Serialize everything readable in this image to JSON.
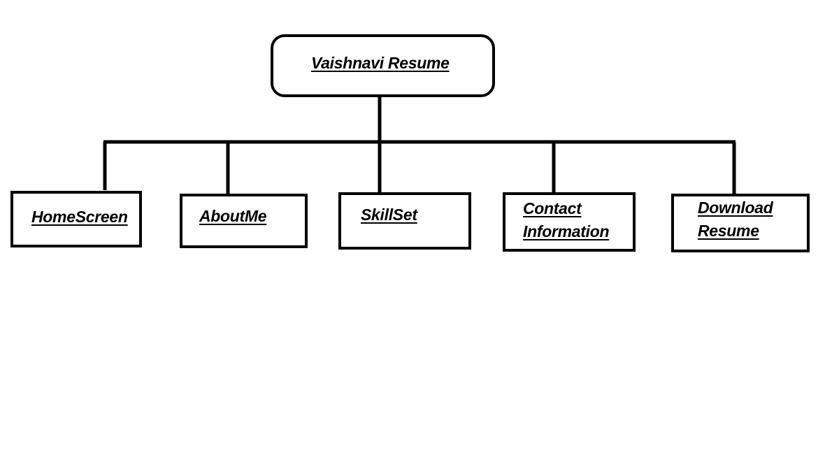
{
  "diagram": {
    "type": "hierarchy-tree",
    "stroke_color": "#000000",
    "background_color": "#ffffff",
    "root": {
      "label": "Vaishnavi Resume"
    },
    "children": [
      {
        "label": "HomeScreen"
      },
      {
        "label": "AboutMe"
      },
      {
        "label": "SkillSet"
      },
      {
        "label": "Contact\nInformation"
      },
      {
        "label": "Download\nResume"
      }
    ]
  }
}
